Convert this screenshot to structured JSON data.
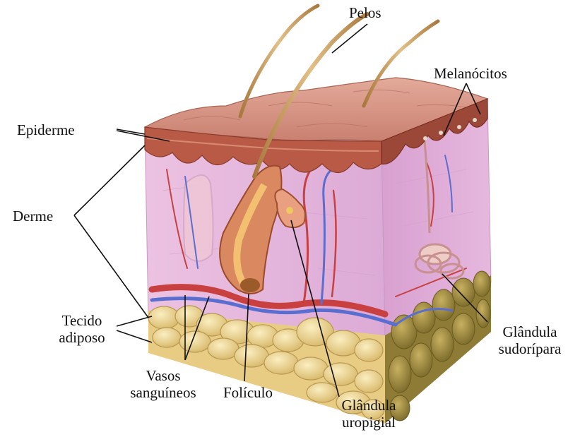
{
  "labels": {
    "pelos": "Pelos",
    "melanocitos": "Melanócitos",
    "epiderme": "Epiderme",
    "derme": "Derme",
    "tecido_l1": "Tecido",
    "tecido_l2": "adiposo",
    "vasos_l1": "Vasos",
    "vasos_l2": "sanguíneos",
    "foliculo": "Folículo",
    "uropigial_l1": "Glândula",
    "uropigial_l2": "uropigial",
    "sudoripara_l1": "Glândula",
    "sudoripara_l2": "sudorípara"
  },
  "colors": {
    "skin_top": "#d99a8c",
    "epidermis": "#b85a45",
    "dermis": "#e8b8da",
    "fat": "#f0d89a",
    "fat_side": "#b8a050",
    "vein": "#5a6ed0",
    "artery": "#c84040",
    "hair": "#c09050"
  }
}
